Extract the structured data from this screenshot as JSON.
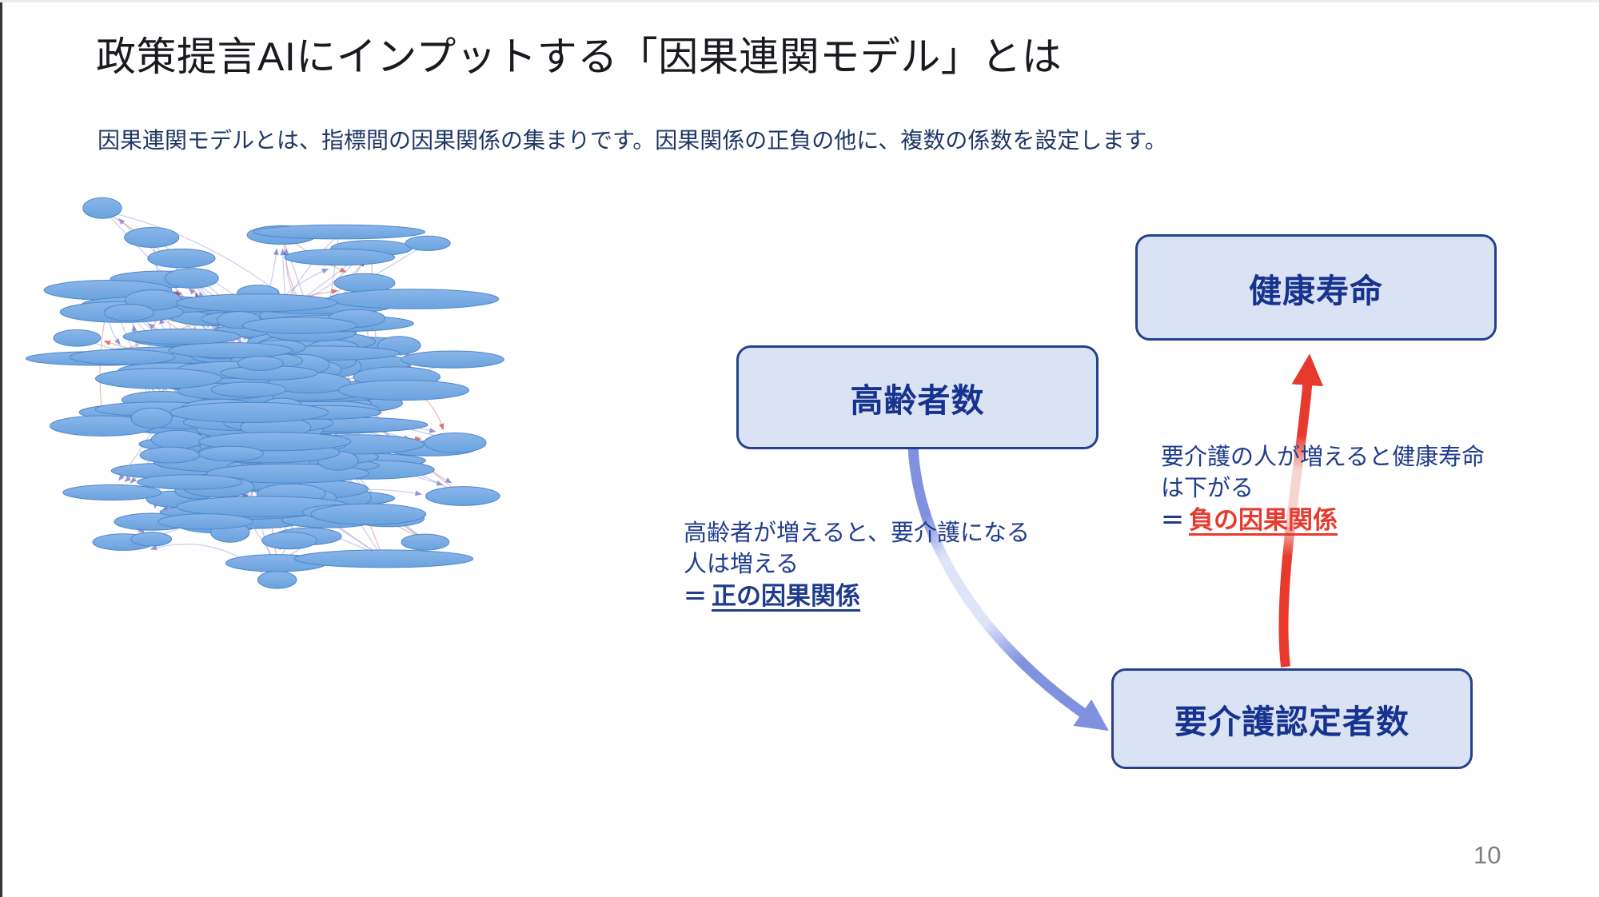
{
  "slide": {
    "title": "政策提言AIにインプットする「因果連関モデル」とは",
    "subtitle": "因果連関モデルとは、指標間の因果関係の集まりです。因果関係の正負の他に、複数の係数を設定します。",
    "page_number": "10"
  },
  "diagram": {
    "nodes": [
      {
        "id": "kenkou-jumyou",
        "label": "健康寿命"
      },
      {
        "id": "koureisha-suu",
        "label": "高齢者数"
      },
      {
        "id": "youkaigo-ninteisha-suu",
        "label": "要介護認定者数"
      }
    ],
    "positive_label": {
      "line1": "高齢者が増えると、要介護になる",
      "line2": "人は増える",
      "equals": "＝",
      "term": "正の因果関係"
    },
    "negative_label": {
      "line1": "要介護の人が増えると健康寿命",
      "line2": "は下がる",
      "equals": "＝",
      "term": "負の因果関係"
    },
    "colors": {
      "box_fill": "#dae3f3",
      "box_border": "#24418e",
      "box_text": "#17338f",
      "positive_arrow": "#8091e0",
      "positive_arrow_faded": "#e0e4f9",
      "negative_arrow": "#e8392e",
      "negative_arrow_faded": "#f7d4d0",
      "label_text": "#1f3c8c"
    }
  },
  "network": {
    "seed": 1337,
    "node_count": 180,
    "edge_count": 300,
    "red_edge_ratio": 0.18,
    "node_fill_top": "#8ab6ea",
    "node_fill_bottom": "#6aa3de",
    "node_stroke": "#4e86cc",
    "edge_blue": "#9aa0d8",
    "edge_red": "#e79a90",
    "arrowhead_blue": "#2a2fae",
    "arrowhead_red": "#d5281e"
  }
}
